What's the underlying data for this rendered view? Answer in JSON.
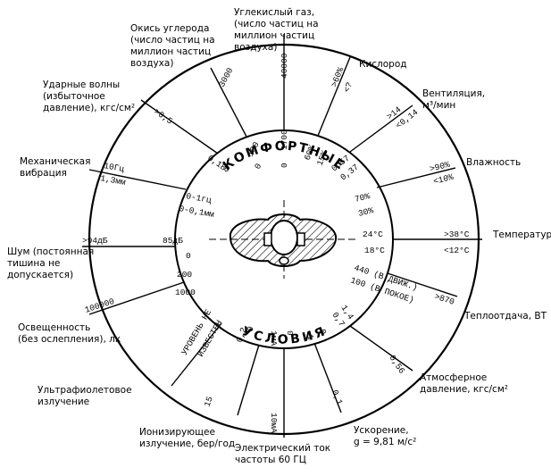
{
  "center_text": {
    "top": "КОМФОРТНЫЕ",
    "bottom": "УСЛОВИЯ"
  },
  "labels": {
    "co2": [
      "Углекислый газ,",
      "(число частиц на",
      "миллион частиц",
      "воздуха)"
    ],
    "co": [
      "Окись углерода",
      "(число частиц на",
      "миллион частиц",
      "воздуха)"
    ],
    "oxygen": [
      "Кислород"
    ],
    "ventilation": [
      "Вентиляция,",
      "м³/мин"
    ],
    "shock": [
      "Ударные волны",
      "(избыточное",
      "давление), кгс/см²"
    ],
    "humidity": [
      "Влажность"
    ],
    "vibration": [
      "Механическая",
      "вибрация"
    ],
    "temperature": [
      "Температура"
    ],
    "noise": [
      "Шум (постоянная",
      "тишина не",
      "допускается)"
    ],
    "heat": [
      "Теплоотдача, ВТ"
    ],
    "light": [
      "Освещенность",
      "(без ослепления), лк"
    ],
    "uv": [
      "Ультрафиолетовое",
      "излучение"
    ],
    "pressure": [
      "Атмосферное",
      "давление, кгс/см²"
    ],
    "ionizing": [
      "Ионизирующее",
      "излучение, бер/год"
    ],
    "current": [
      "Электрический ток",
      "частоты 60 ГЦ"
    ],
    "accel": [
      "Ускорение,",
      "g = 9,81 м/с²"
    ]
  },
  "values": {
    "co2_outer": "40000",
    "co2_inner": "1700",
    "co2_in0": "0",
    "co_outer": "3000",
    "co_inner": "100",
    "co_in0": "0",
    "o2_outer_a": ">60%",
    "o2_outer_b": "<?",
    "o2_inner_a": "60%",
    "o2_inner_b": "15%",
    "vent_outer_a": ">14",
    "vent_outer_b": "<0,14",
    "vent_inner_a": "0,57",
    "vent_inner_b": "0,37",
    "shock_outer": ">0,5",
    "shock_inner": "0,18",
    "shock_in0": "0",
    "hum_outer_a": ">90%",
    "hum_outer_b": "<10%",
    "hum_inner_a": "70%",
    "hum_inner_b": "30%",
    "vib_outer_a": "10Гц",
    "vib_outer_b": "1,3мм",
    "vib_inner_a": "0-1гц",
    "vib_inner_b": "0-0,1мм",
    "temp_outer_a": ">38°C",
    "temp_outer_b": "<12°C",
    "temp_inner_a": "24°C",
    "temp_inner_b": "18°C",
    "noise_outer": ">94дБ",
    "noise_inner": "85дБ",
    "noise_in0": "0",
    "heat_outer": ">870",
    "heat_inner_a": "440 (В ДВИЖ.)",
    "heat_inner_b": "100 (В ПОКОЕ)",
    "light_outer": "100000",
    "light_inner_a": "200",
    "light_inner_b": "1000",
    "press_outer": "0,56",
    "press_inner_a": "1,4",
    "press_inner_b": "0,7",
    "uv_inner_a": "УРОВЕНЬ НЕ",
    "uv_inner_b": "ИЗВЕСТЕН",
    "ion_outer": "15",
    "ion_inner": "0,2",
    "ion_in0": "0",
    "cur_outer": "10мА",
    "cur_inner": "1мА",
    "cur_in0": "0",
    "acc_outer": "0,1",
    "acc_inner": "1",
    "acc_in0": "0"
  }
}
